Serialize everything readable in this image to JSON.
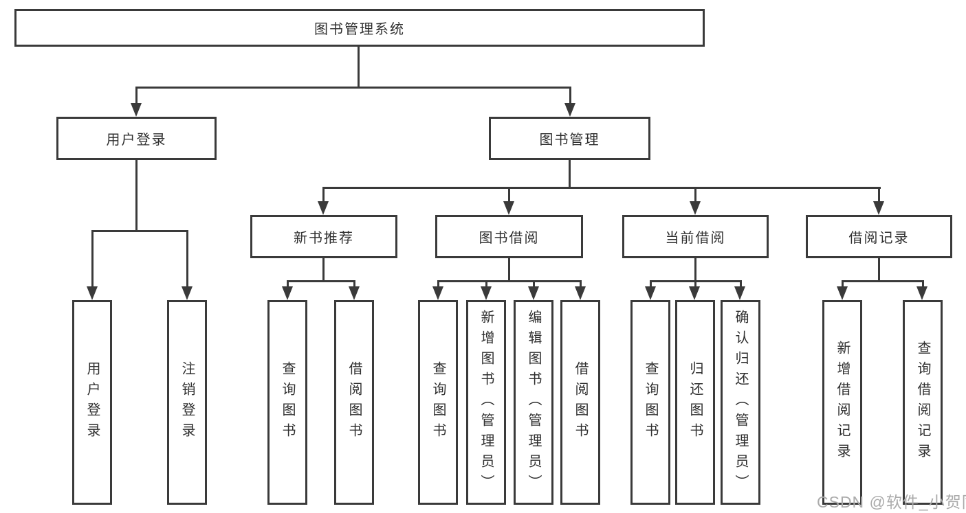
{
  "diagram": {
    "root": {
      "label": "图书管理系统"
    },
    "branches": [
      {
        "label": "用户登录",
        "children": [
          {
            "label": "用户登录"
          },
          {
            "label": "注销登录"
          }
        ]
      },
      {
        "label": "图书管理",
        "children": [
          {
            "label": "新书推荐",
            "children": [
              {
                "label": "查询图书"
              },
              {
                "label": "借阅图书"
              }
            ]
          },
          {
            "label": "图书借阅",
            "children": [
              {
                "label": "查询图书"
              },
              {
                "label": "新增图书（管理员）"
              },
              {
                "label": "编辑图书（管理员）"
              },
              {
                "label": "借阅图书"
              }
            ]
          },
          {
            "label": "当前借阅",
            "children": [
              {
                "label": "查询图书"
              },
              {
                "label": "归还图书"
              },
              {
                "label": "确认归还（管理员）"
              }
            ]
          },
          {
            "label": "借阅记录",
            "children": [
              {
                "label": "新增借阅记录"
              },
              {
                "label": "查询借阅记录"
              }
            ]
          }
        ]
      }
    ]
  },
  "watermark": {
    "text": "CSDN @软件_小贺同学"
  },
  "colors": {
    "line": "#3a3a3a",
    "text": "#2f2f2f",
    "background": "#ffffff",
    "watermark": "#ababab"
  }
}
